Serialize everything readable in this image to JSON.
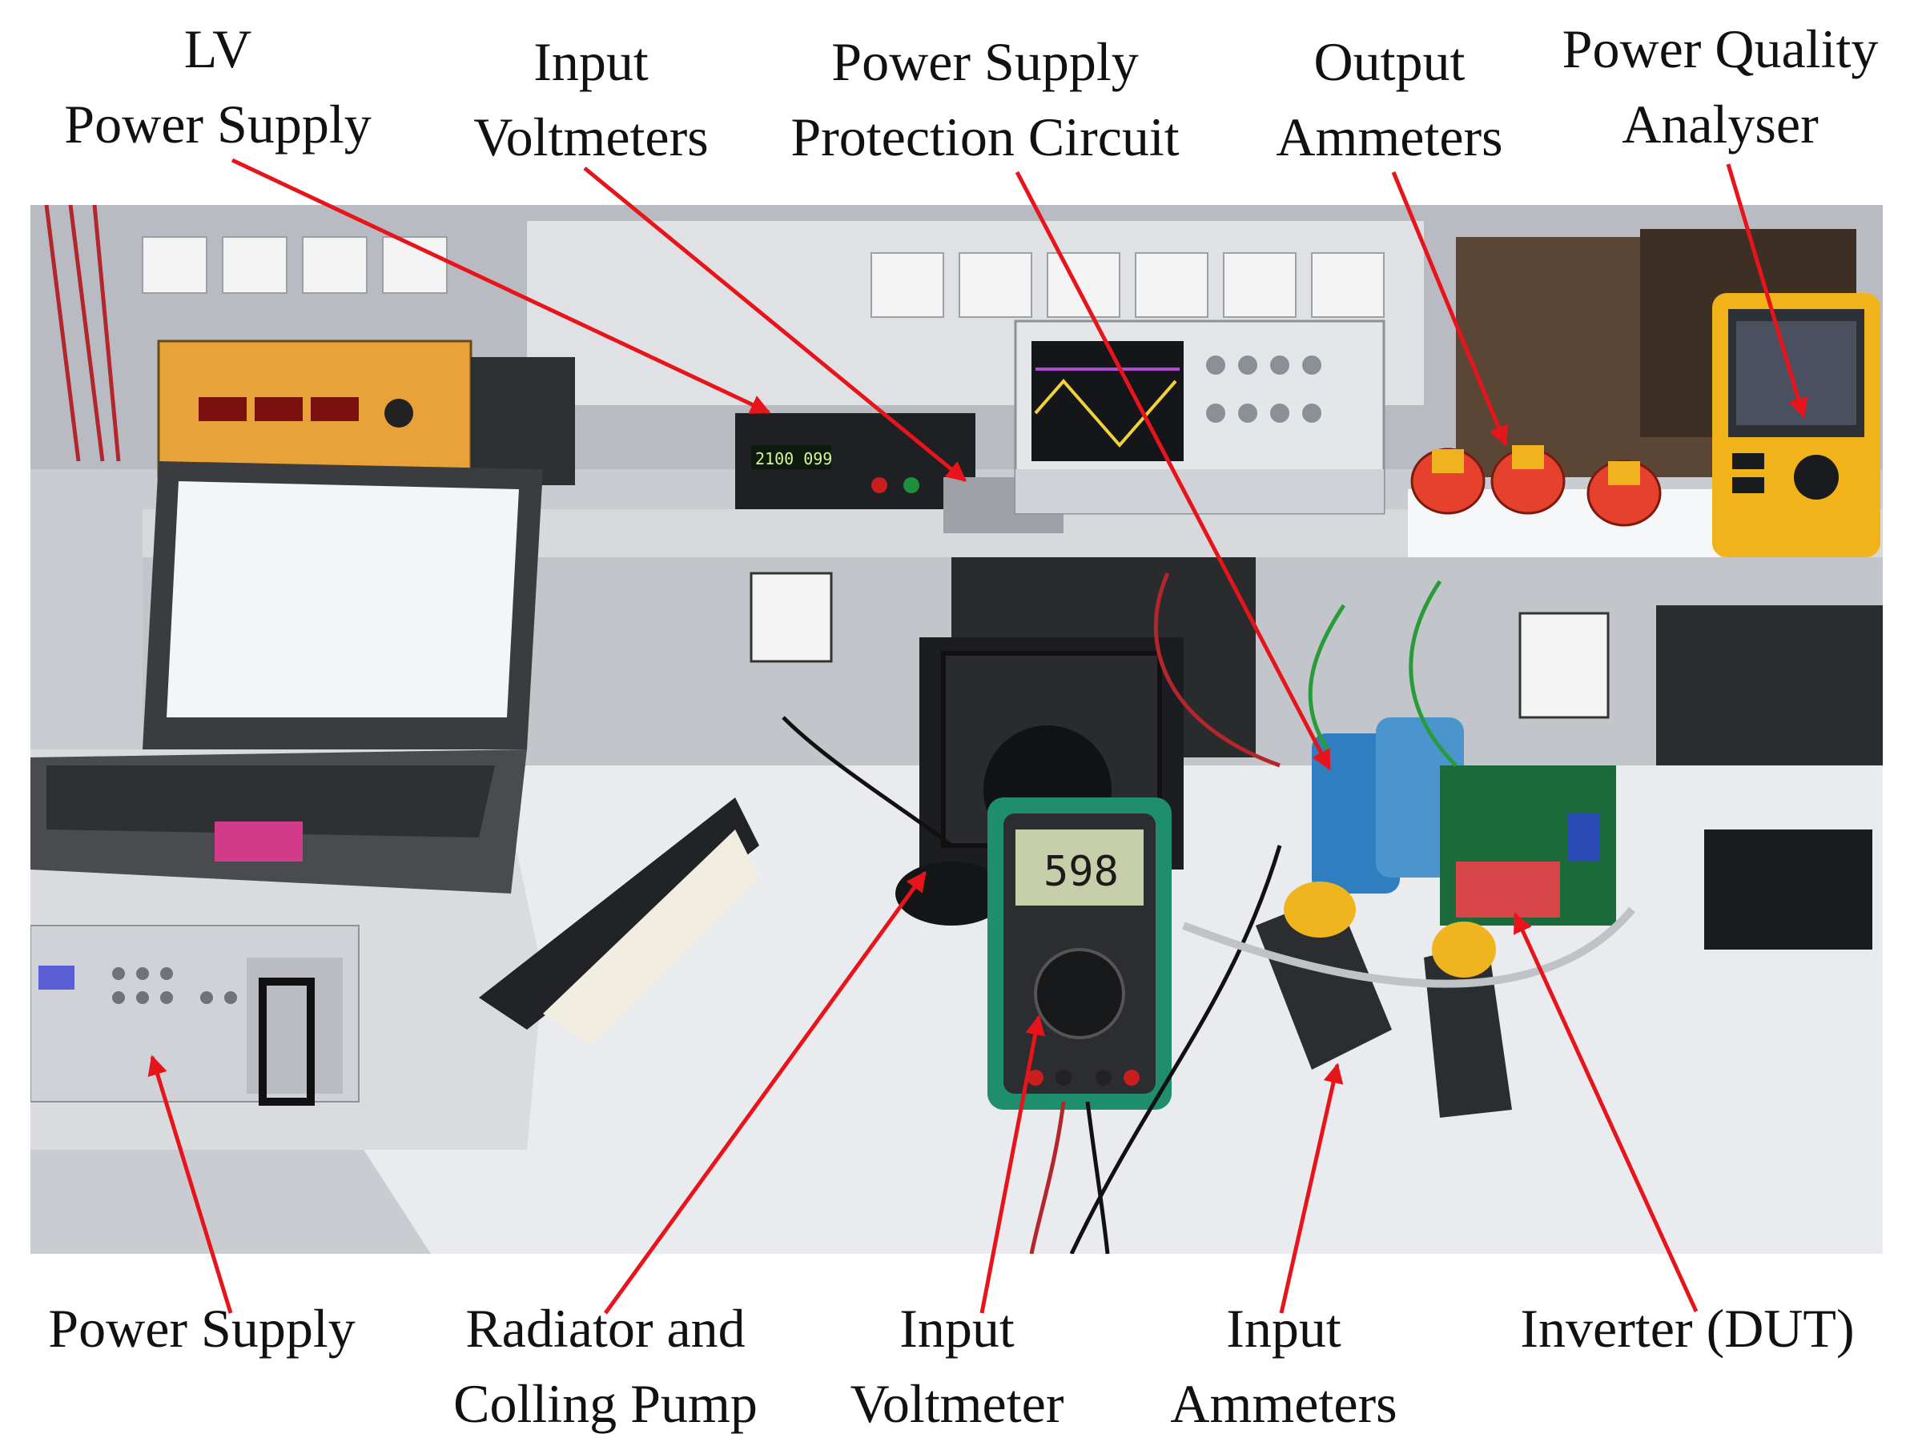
{
  "labels": {
    "lv_power_supply": [
      "LV",
      "Power Supply"
    ],
    "input_voltmeters": [
      "Input",
      "Voltmeters"
    ],
    "power_supply_protection_circuit": [
      "Power Supply",
      "Protection Circuit"
    ],
    "output_ammeters": [
      "Output",
      "Ammeters"
    ],
    "power_quality_analyser": [
      "Power Quality",
      "Analyser"
    ],
    "power_supply": [
      "Power Supply"
    ],
    "radiator_and_cooling_pump": [
      "Radiator and",
      "Colling Pump"
    ],
    "input_voltmeter": [
      "Input",
      "Voltmeter"
    ],
    "input_ammeters": [
      "Input",
      "Ammeters"
    ],
    "inverter_dut": [
      "Inverter (DUT)"
    ]
  },
  "multimeter_reading": "598",
  "psu_display": "2100 099",
  "colors": {
    "arrow": "#e8141b",
    "label_text": "#111111",
    "bench": "#e9ebee",
    "analyser_yellow": "#f2b21a",
    "meter_green": "#1e8f6a",
    "capacitor_blue": "#2f7fc0",
    "clamp_yellow": "#f0b51e",
    "dut_red": "#d9464a"
  }
}
